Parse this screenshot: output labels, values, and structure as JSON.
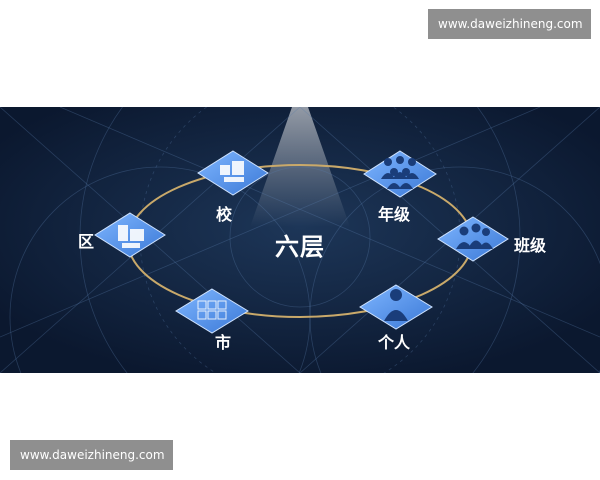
{
  "watermark": {
    "top_text": "www.daweizhineng.com",
    "bottom_text": "www.daweizhineng.com"
  },
  "diagram": {
    "center_label": "六层",
    "nodes": [
      {
        "id": "xiao",
        "label": "校",
        "icon": "campus-buildings-icon"
      },
      {
        "id": "nianji",
        "label": "年级",
        "icon": "people-group-icon"
      },
      {
        "id": "qu",
        "label": "区",
        "icon": "district-buildings-icon"
      },
      {
        "id": "banji",
        "label": "班级",
        "icon": "class-group-icon"
      },
      {
        "id": "shi",
        "label": "市",
        "icon": "city-map-icon"
      },
      {
        "id": "geren",
        "label": "个人",
        "icon": "person-icon"
      }
    ],
    "colors": {
      "background": "#0f1f3a",
      "ring": "#c9a96a",
      "tile": "#4f8fe0"
    }
  }
}
